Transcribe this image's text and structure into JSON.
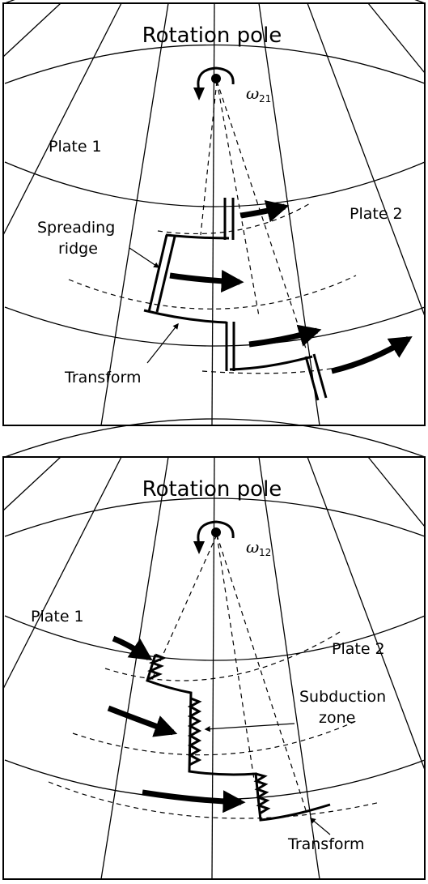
{
  "panel_top": {
    "title": "Rotation pole",
    "omega_symbol": "ω",
    "omega_subscript": "21",
    "plate1": "Plate 1",
    "plate2": "Plate 2",
    "spreading_line1": "Spreading",
    "spreading_line2": "ridge",
    "transform": "Transform"
  },
  "panel_bottom": {
    "title": "Rotation pole",
    "omega_symbol": "ω",
    "omega_subscript": "12",
    "plate1": "Plate 1",
    "plate2": "Plate 2",
    "subduction_line1": "Subduction",
    "subduction_line2": "zone",
    "transform": "Transform"
  }
}
